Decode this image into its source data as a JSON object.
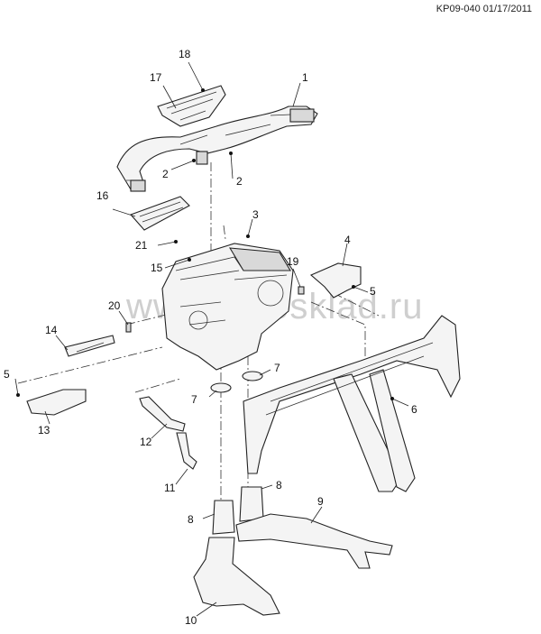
{
  "header": {
    "doc_id": "KP09-040 01/17/2011"
  },
  "watermark": {
    "text": "www.autosklad.ru"
  },
  "callouts": [
    {
      "name": "callout-1",
      "label": "1"
    },
    {
      "name": "callout-2a",
      "label": "2"
    },
    {
      "name": "callout-2b",
      "label": "2"
    },
    {
      "name": "callout-3",
      "label": "3"
    },
    {
      "name": "callout-4",
      "label": "4"
    },
    {
      "name": "callout-5a",
      "label": "5"
    },
    {
      "name": "callout-5b",
      "label": "5"
    },
    {
      "name": "callout-6",
      "label": "6"
    },
    {
      "name": "callout-7a",
      "label": "7"
    },
    {
      "name": "callout-7b",
      "label": "7"
    },
    {
      "name": "callout-8a",
      "label": "8"
    },
    {
      "name": "callout-8b",
      "label": "8"
    },
    {
      "name": "callout-9",
      "label": "9"
    },
    {
      "name": "callout-10",
      "label": "10"
    },
    {
      "name": "callout-11",
      "label": "11"
    },
    {
      "name": "callout-12",
      "label": "12"
    },
    {
      "name": "callout-13",
      "label": "13"
    },
    {
      "name": "callout-14",
      "label": "14"
    },
    {
      "name": "callout-15",
      "label": "15"
    },
    {
      "name": "callout-16",
      "label": "16"
    },
    {
      "name": "callout-17",
      "label": "17"
    },
    {
      "name": "callout-18",
      "label": "18"
    },
    {
      "name": "callout-19",
      "label": "19"
    },
    {
      "name": "callout-20",
      "label": "20"
    },
    {
      "name": "callout-21",
      "label": "21"
    }
  ]
}
